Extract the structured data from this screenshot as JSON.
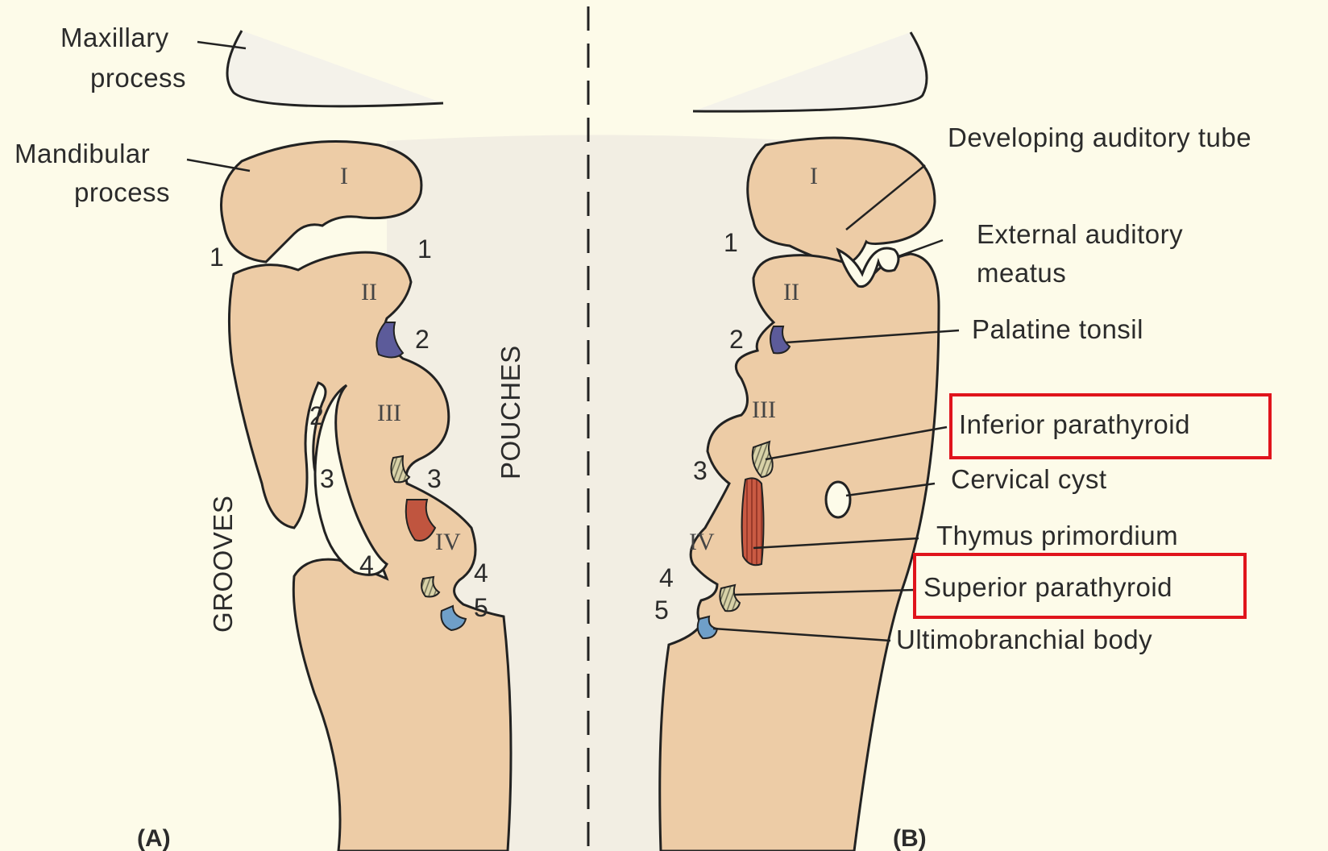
{
  "panels": {
    "a": "(A)",
    "b": "(B)"
  },
  "left_labels": {
    "maxillary_l1": "Maxillary",
    "maxillary_l2": "process",
    "mandibular_l1": "Mandibular",
    "mandibular_l2": "process",
    "grooves": "GROOVES",
    "pouches": "POUCHES"
  },
  "right_labels": {
    "auditory_tube": "Developing auditory tube",
    "external_meatus_l1": "External auditory",
    "external_meatus_l2": "meatus",
    "palatine_tonsil": "Palatine tonsil",
    "inferior_parathyroid": "Inferior parathyroid",
    "cervical_cyst": "Cervical cyst",
    "thymus": "Thymus primordium",
    "superior_parathyroid": "Superior parathyroid",
    "ultimobranchial": "Ultimobranchial body"
  },
  "arches": {
    "i": "I",
    "ii": "II",
    "iii": "III",
    "iv": "IV"
  },
  "numbers": {
    "n1": "1",
    "n2": "2",
    "n3": "3",
    "n4": "4",
    "n5": "5"
  },
  "highlight_color": "#e0141c",
  "colors": {
    "tissue": "#edcca6",
    "tonsil": "#5c5b9a",
    "thymus": "#c0553f",
    "parathyroid": "#c8c49a",
    "ultimobranchial": "#6f9fc8"
  }
}
